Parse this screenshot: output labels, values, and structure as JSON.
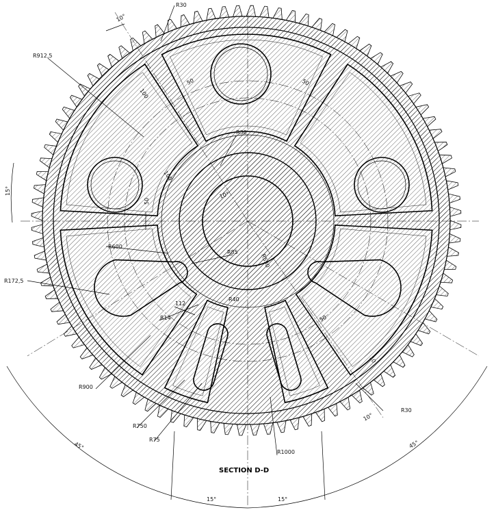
{
  "section_title": "SECTION D-D",
  "dimensions": [
    {
      "id": "r30-top",
      "text": "R30"
    },
    {
      "id": "ang10-top",
      "text": "10°"
    },
    {
      "id": "r912",
      "text": "R912,5"
    },
    {
      "id": "d100-a",
      "text": "100"
    },
    {
      "id": "d50-a",
      "text": "50"
    },
    {
      "id": "d50-b",
      "text": "50"
    },
    {
      "id": "r30-mid",
      "text": "R30"
    },
    {
      "id": "d100-b",
      "text": "100"
    },
    {
      "id": "ang15-left",
      "text": "15°"
    },
    {
      "id": "d50-c",
      "text": "50"
    },
    {
      "id": "ang10-mid",
      "text": "10°"
    },
    {
      "id": "r600",
      "text": "R600"
    },
    {
      "id": "r85",
      "text": "R85"
    },
    {
      "id": "r530",
      "text": "R530"
    },
    {
      "id": "r172",
      "text": "R172,5"
    },
    {
      "id": "d112",
      "text": "112"
    },
    {
      "id": "r40",
      "text": "R40"
    },
    {
      "id": "r14",
      "text": "R14"
    },
    {
      "id": "d50-d",
      "text": "50"
    },
    {
      "id": "d10",
      "text": "10"
    },
    {
      "id": "r900",
      "text": "R900"
    },
    {
      "id": "r30-right",
      "text": "R30"
    },
    {
      "id": "ang10-right",
      "text": "10°"
    },
    {
      "id": "r750",
      "text": "R750"
    },
    {
      "id": "r75",
      "text": "R75"
    },
    {
      "id": "r1000",
      "text": "R1000"
    },
    {
      "id": "ang45-left",
      "text": "45°"
    },
    {
      "id": "ang45-right",
      "text": "45°"
    },
    {
      "id": "ang15-bl",
      "text": "15°"
    },
    {
      "id": "ang15-br",
      "text": "15°"
    }
  ],
  "colors": {
    "line": "#000000",
    "paper": "#ffffff"
  },
  "icons": [
    "gear-outline",
    "hatch-pattern"
  ]
}
